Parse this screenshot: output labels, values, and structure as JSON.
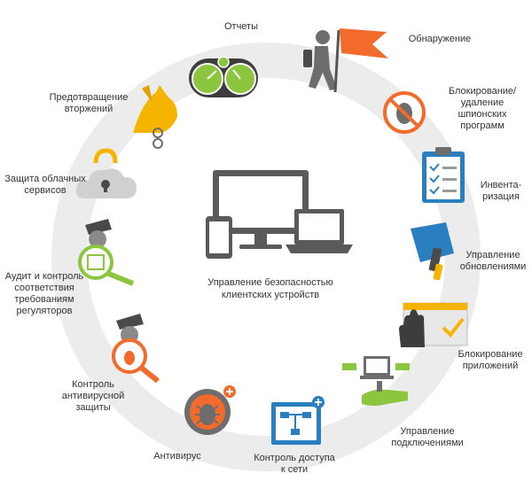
{
  "center": {
    "label": "Управление безопасностью\nклиентских устройств"
  },
  "items": [
    {
      "id": "reports",
      "label": "Отчеты",
      "icon": "gauge-icon"
    },
    {
      "id": "detection",
      "label": "Обнаружение",
      "icon": "flag-climber-icon"
    },
    {
      "id": "spyware",
      "label": "Блокирование/\nудаление\nшпионских\nпрограмм",
      "icon": "no-spyware-icon"
    },
    {
      "id": "inventory",
      "label": "Инвента-\nризация",
      "icon": "checklist-icon"
    },
    {
      "id": "updates",
      "label": "Управление\nобновлениями",
      "icon": "update-tool-icon"
    },
    {
      "id": "appblock",
      "label": "Блокирование\nприложений",
      "icon": "hand-block-icon"
    },
    {
      "id": "connections",
      "label": "Управление\nподключениями",
      "icon": "plug-icon"
    },
    {
      "id": "nac",
      "label": "Контроль доступа\nк сети",
      "icon": "network-diagram-icon"
    },
    {
      "id": "antivirus",
      "label": "Антивирус",
      "icon": "bug-icon"
    },
    {
      "id": "avcontrol",
      "label": "Контроль\nантивирусной\nзащиты",
      "icon": "inspector-bug-icon"
    },
    {
      "id": "audit",
      "label": "Аудит и контроль\nсоответствия\nтребованиям\nрегуляторов",
      "icon": "inspector-window-icon"
    },
    {
      "id": "cloud",
      "label": "Защита облачных\nсервисов",
      "icon": "cloud-lock-icon"
    },
    {
      "id": "ips",
      "label": "Предотвращение\nвторжений",
      "icon": "guard-dog-icon"
    }
  ],
  "colors": {
    "ring": "#ececec",
    "green": "#8cc63f",
    "orange": "#f26b2a",
    "gold": "#f5b400",
    "blue": "#2a7fc0",
    "gray": "#7a7a7a",
    "dark": "#4a4a4a"
  }
}
